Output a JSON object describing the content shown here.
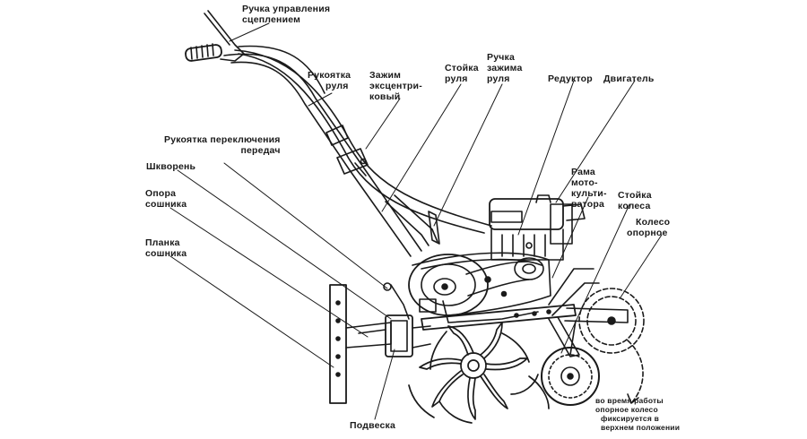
{
  "labels": {
    "clutch_handle": [
      "Ручка управления",
      "сцеплением"
    ],
    "handlebar_grip": [
      "Рукоятка",
      "руля"
    ],
    "eccentric_clamp": [
      "Зажим",
      "эксцентри-",
      "ковый"
    ],
    "handlebar_post": [
      "Стойка",
      "руля"
    ],
    "handlebar_clamp_knob": [
      "Ручка",
      "зажима",
      "руля"
    ],
    "gearbox": [
      "Редуктор"
    ],
    "engine": [
      "Двигатель"
    ],
    "gear_shift_handle": [
      "Рукоятка переключения",
      "передач"
    ],
    "king_pin": [
      "Шкворень"
    ],
    "coulter_support": [
      "Опора",
      "сошника"
    ],
    "coulter_plate": [
      "Планка",
      "сошника"
    ],
    "cultivator_frame": [
      "Рама",
      "мото-",
      "культи-",
      "ватора"
    ],
    "wheel_post": [
      "Стойка",
      "колеса"
    ],
    "support_wheel": [
      "Колесо",
      "опорное"
    ],
    "suspension": [
      "Подвеска"
    ]
  },
  "note": [
    "во время работы",
    "опорное колесо",
    "фиксируется в",
    "верхнем положении"
  ]
}
